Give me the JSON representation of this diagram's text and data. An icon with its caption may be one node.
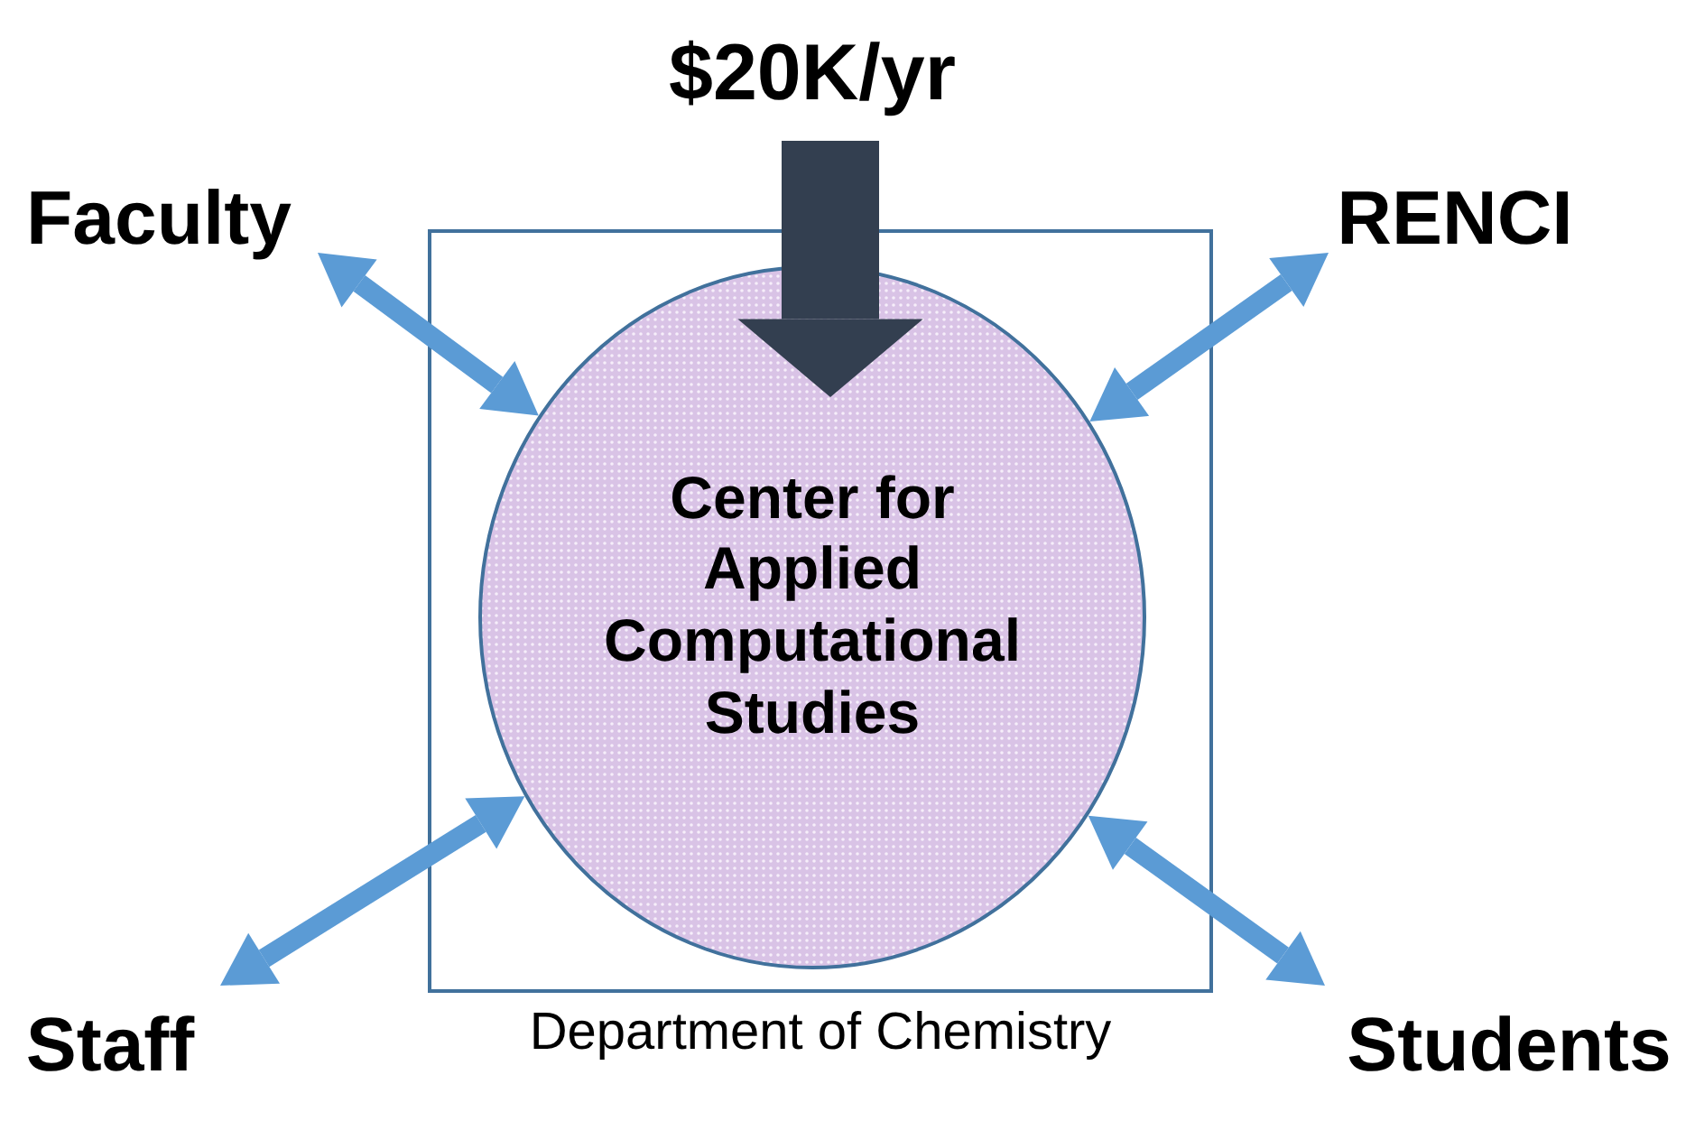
{
  "diagram": {
    "nodes": [
      {
        "text": [
          "$20K/yr"
        ]
      },
      {
        "text": [
          "Department of Chemistry"
        ]
      },
      {
        "text": [
          "Center for Applied Computational Studies"
        ],
        "in": 1
      },
      {
        "text": [
          "Faculty"
        ]
      },
      {
        "text": [
          "RENCI"
        ]
      },
      {
        "text": [
          "Staff"
        ]
      },
      {
        "text": [
          "Students"
        ]
      }
    ],
    "edges": [
      {
        "from": 0,
        "to": 2,
        "arrow": "to",
        "style": "thick",
        "color": "#333f50"
      },
      {
        "from": 3,
        "to": 2,
        "arrow": "both"
      },
      {
        "from": 4,
        "to": 2,
        "arrow": "both"
      },
      {
        "from": 5,
        "to": 2,
        "arrow": "both"
      },
      {
        "from": 6,
        "to": 2,
        "arrow": "both"
      }
    ]
  }
}
